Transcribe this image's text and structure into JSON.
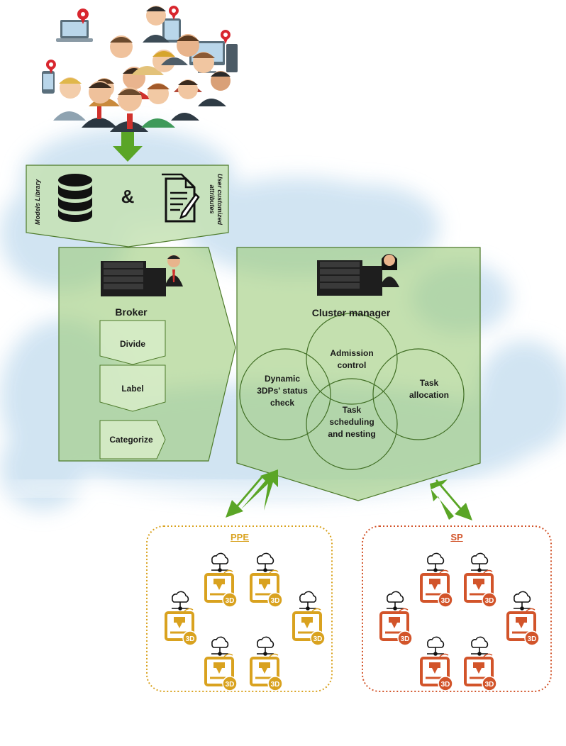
{
  "input_bar": {
    "left_label": "Models Library",
    "ampersand": "&",
    "right_label": "User customized attributes"
  },
  "broker": {
    "title": "Broker",
    "steps": [
      "Divide",
      "Label",
      "Categorize"
    ]
  },
  "cluster_manager": {
    "title": "Cluster manager",
    "circles": {
      "admission": [
        "Admission",
        "control"
      ],
      "status": [
        "Dynamic",
        "3DPs' status",
        "check"
      ],
      "allocation": [
        "Task",
        "allocation"
      ],
      "scheduling": [
        "Task",
        "scheduling",
        "and nesting"
      ]
    }
  },
  "pools": {
    "ppe": {
      "label": "PPE",
      "color": "#d9a21f",
      "printer_badge": "3D"
    },
    "sp": {
      "label": "SP",
      "color": "#d2542a",
      "printer_badge": "3D"
    }
  },
  "colors": {
    "arrow_green": "#5aa526",
    "panel_fill": "#9ccc7a",
    "panel_stroke": "#4d7a2a",
    "cloud": "#cfe3f2"
  },
  "icons": [
    "user-group-icon",
    "laptop-icon",
    "tablet-icon",
    "desktop-icon",
    "phone-icon",
    "location-pin-icon",
    "database-icon",
    "document-pen-icon",
    "server-rack-icon",
    "manager-person-icon",
    "cloud-network-icon",
    "printer-3d-icon"
  ]
}
